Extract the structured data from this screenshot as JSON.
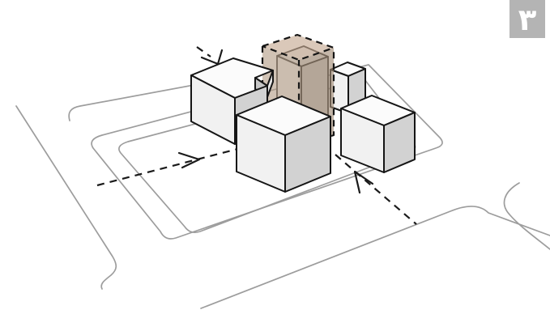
{
  "sheet": {
    "badge": {
      "numeral": "٣"
    }
  },
  "diagram": {
    "kind": "axonometric site massing diagram",
    "highlighted_volume": "dashed translucent brown box over rear building",
    "buildings_visible": 4,
    "arrows": [
      {
        "name": "access-arrow-left",
        "style": "dashed",
        "points": "into site from left"
      },
      {
        "name": "access-arrow-right",
        "style": "dashed",
        "points": "into site from lower right"
      },
      {
        "name": "access-arrow-top",
        "style": "dashed",
        "points": "at left building from above"
      }
    ]
  },
  "colors": {
    "canvas": "#ffffff",
    "line_gray": "#9d9d9d",
    "outline_black": "#151515",
    "face_top": "#fbfbfb",
    "face_light": "#f1f1f1",
    "face_shade": "#d2d2d2",
    "highlight_top": "#c3a78e",
    "highlight_left": "#b39c86",
    "highlight_right": "#a28b75",
    "badge_bg": "#b4b4b4",
    "badge_text": "#ffffff"
  }
}
